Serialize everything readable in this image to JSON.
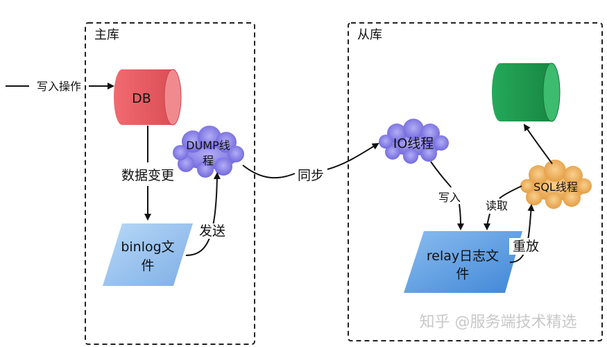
{
  "regions": {
    "master": {
      "title": "主库"
    },
    "slave": {
      "title": "从库"
    }
  },
  "nodes": {
    "master_db": {
      "label": "DB",
      "color": "#e0555c"
    },
    "binlog_file": {
      "line1": "binlog文",
      "line2": "件",
      "color": "#7fb4e6"
    },
    "dump_thread": {
      "line1": "DUMP线",
      "line2": "程",
      "color": "#8f88e8"
    },
    "io_thread": {
      "label": "IO线程",
      "color": "#8a82ec"
    },
    "relay_log": {
      "line1": "relay日志文",
      "line2": "件",
      "color": "#5d9be0"
    },
    "sql_thread": {
      "label": "SQL线程",
      "color": "#f0b25a"
    },
    "slave_db": {
      "color": "#1f9a4e"
    }
  },
  "edges": {
    "write_op": "写入操作",
    "data_change": "数据变更",
    "send": "发送",
    "sync": "同步",
    "write_in": "写入",
    "read": "读取",
    "replay": "重放"
  },
  "watermark": "知乎 @服务端技术精选"
}
